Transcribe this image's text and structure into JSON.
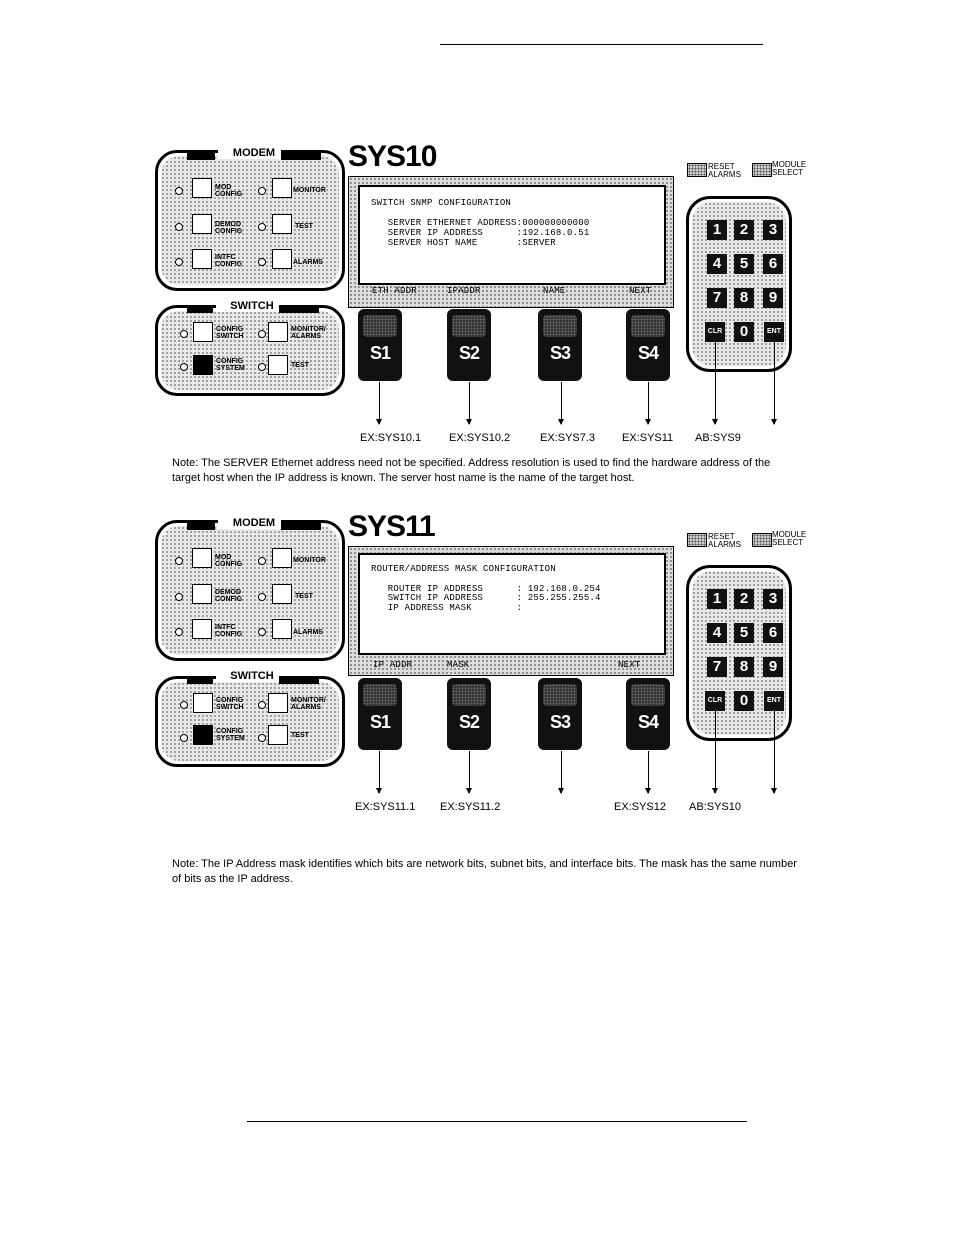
{
  "panel1": {
    "title": "SYS10",
    "lcd_lines": [
      "SWITCH SNMP CONFIGURATION",
      "",
      "   SERVER ETHERNET ADDRESS:000000000000",
      "   SERVER IP ADDRESS      :192.168.0.51",
      "   SERVER HOST NAME       :SERVER"
    ],
    "softkey_labels": [
      "ETH ADDR",
      "IPADDR",
      "NAME",
      "NEXT"
    ],
    "captions": [
      "EX:SYS10.1",
      "EX:SYS10.2",
      "EX:SYS7.3",
      "EX:SYS11",
      "AB:SYS9"
    ],
    "note": "Note:     The SERVER Ethernet address need not be specified. Address resolution is used to find the hardware address of the target host when the IP address is known. The server host name is the name of the target host."
  },
  "panel2": {
    "title": "SYS11",
    "lcd_lines": [
      "ROUTER/ADDRESS MASK CONFIGURATION",
      "",
      "   ROUTER IP ADDRESS      : 192.168.0.254",
      "   SWITCH IP ADDRESS      : 255.255.255.4",
      "   IP ADDRESS MASK        :"
    ],
    "softkey_labels": [
      "IP ADDR",
      "MASK",
      "",
      "NEXT"
    ],
    "captions": [
      "EX:SYS11.1",
      "EX:SYS11.2",
      "EX:SYS12",
      "AB:SYS10"
    ],
    "note": "Note:  The IP Address mask identifies which bits are network bits, subnet bits, and interface bits. The mask has the same number of bits as the IP address."
  },
  "modem_panel": {
    "title": "MODEM",
    "keys": [
      "MOD CONFIG",
      "MONITOR",
      "DEMOD CONFIG",
      "TEST",
      "INTFC CONFIG",
      "ALARMS"
    ]
  },
  "switch_panel": {
    "title": "SWITCH",
    "keys": [
      "CONFIG SWITCH",
      "MONITOR/ ALARMS",
      "CONFIG SYSTEM",
      "TEST"
    ]
  },
  "softkeys": [
    "S1",
    "S2",
    "S3",
    "S4"
  ],
  "keypad": [
    "1",
    "2",
    "3",
    "4",
    "5",
    "6",
    "7",
    "8",
    "9",
    "CLR",
    "0",
    "ENT"
  ],
  "legend": {
    "reset": "RESET\nALARMS",
    "module": "MODULE\nSELECT"
  }
}
